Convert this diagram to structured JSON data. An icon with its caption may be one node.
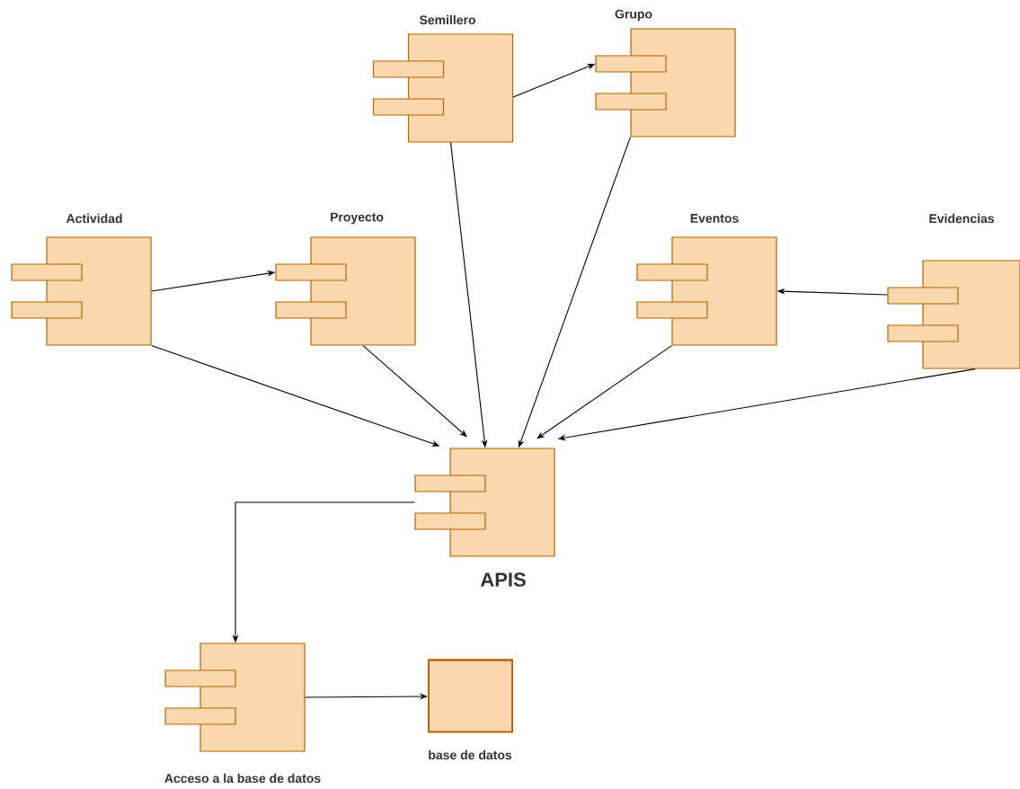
{
  "diagram": {
    "nodes": [
      {
        "text": [
          "Semillero"
        ]
      },
      {
        "text": [
          "Grupo"
        ]
      },
      {
        "text": [
          "Actividad"
        ]
      },
      {
        "text": [
          "Proyecto"
        ]
      },
      {
        "text": [
          "Eventos"
        ]
      },
      {
        "text": [
          "Evidencias"
        ]
      },
      {
        "text": [
          "APIS"
        ]
      },
      {
        "text": [
          "Acceso a la base de datos"
        ]
      },
      {
        "text": [
          "base de datos"
        ]
      }
    ],
    "edges": [
      {
        "from": 0,
        "to": 1,
        "arrow": "to"
      },
      {
        "from": 2,
        "to": 3,
        "arrow": "to"
      },
      {
        "from": 5,
        "to": 4,
        "arrow": "to"
      },
      {
        "from": 0,
        "to": 6,
        "arrow": "to"
      },
      {
        "from": 1,
        "to": 6,
        "arrow": "to"
      },
      {
        "from": 2,
        "to": 6,
        "arrow": "to"
      },
      {
        "from": 3,
        "to": 6,
        "arrow": "to"
      },
      {
        "from": 4,
        "to": 6,
        "arrow": "to"
      },
      {
        "from": 5,
        "to": 6,
        "arrow": "to"
      },
      {
        "from": 6,
        "to": 7,
        "arrow": "to"
      },
      {
        "from": 7,
        "to": 8,
        "arrow": "to"
      }
    ]
  }
}
